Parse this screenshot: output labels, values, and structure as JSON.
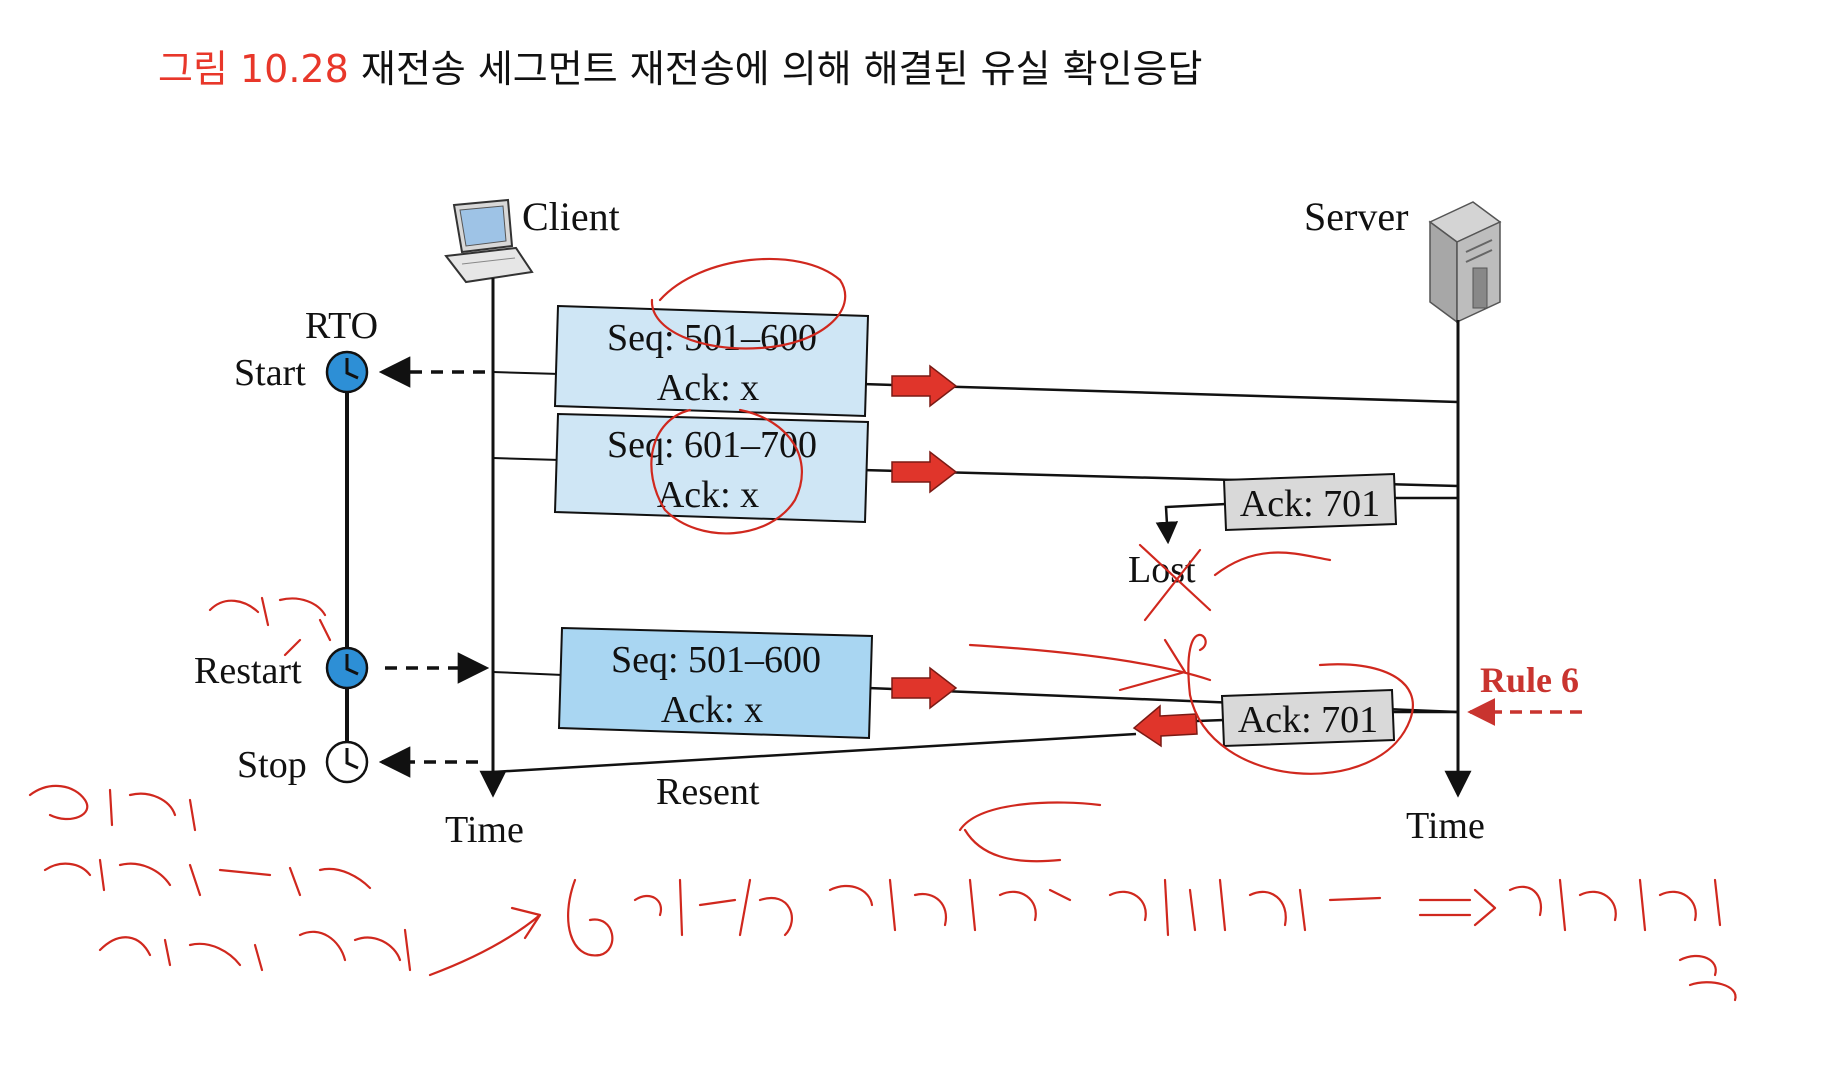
{
  "figure": {
    "number": "그림 10.28",
    "caption": "재전송 세그먼트 재전송에 의해 해결된 유실 확인응답"
  },
  "actors": {
    "client": "Client",
    "server": "Server"
  },
  "timer": {
    "name": "RTO",
    "start": "Start",
    "restart": "Restart",
    "stop": "Stop"
  },
  "segments": [
    {
      "seq": "Seq: 501–600",
      "ack": "Ack: x"
    },
    {
      "seq": "Seq: 601–700",
      "ack": "Ack: x"
    },
    {
      "seq": "Seq: 501–600",
      "ack": "Ack: x"
    }
  ],
  "acks": [
    {
      "label": "Ack: 701",
      "status": "Lost"
    },
    {
      "label": "Ack: 701"
    }
  ],
  "labels": {
    "rule": "Rule 6",
    "resent": "Resent",
    "time_left": "Time",
    "time_right": "Time"
  },
  "colors": {
    "segment_fill": "#cfe6f5",
    "segment_fill_resent": "#a9d6f2",
    "ack_fill": "#d9d9d9",
    "arrow_red": "#e0352b",
    "rule_red": "#c9342f",
    "clock_blue": "#2d8fd6"
  }
}
